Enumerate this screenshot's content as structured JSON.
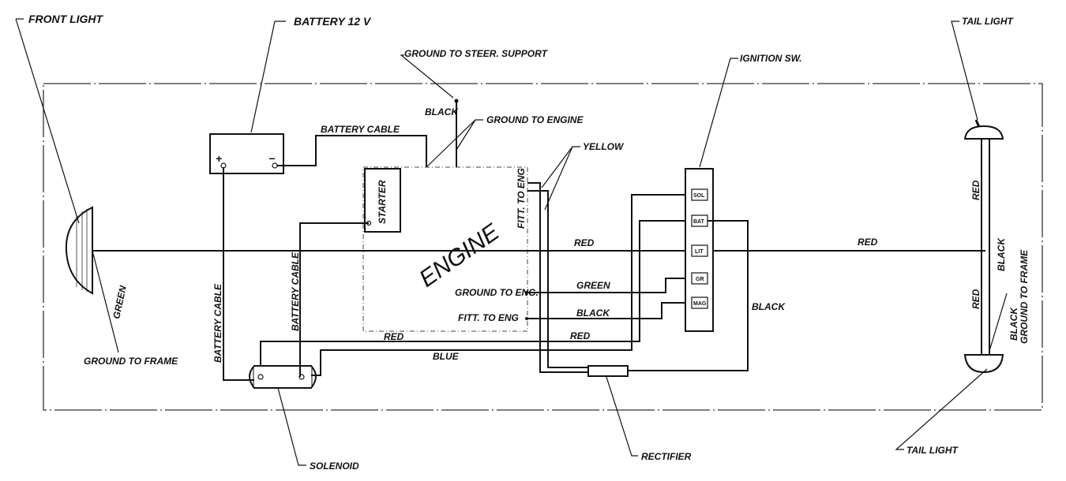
{
  "labels": {
    "front_light": "FRONT LIGHT",
    "battery": "BATTERY 12 V",
    "ground_steer": "GROUND TO STEER. SUPPORT",
    "ignition_sw": "IGNITION SW.",
    "tail_light_top": "TAIL LIGHT",
    "tail_light_bottom": "TAIL LIGHT",
    "black_top": "BLACK",
    "ground_engine": "GROUND TO ENGINE",
    "yellow": "YELLOW",
    "battery_cable_top": "BATTERY CABLE",
    "battery_cable_left": "BATTERY CABLE",
    "battery_cable_mid": "BATTERY CABLE",
    "starter": "STARTER",
    "engine": "ENGINE",
    "fitt_to_eng_vert": "FITT. TO ENG",
    "red_main": "RED",
    "red_right": "RED",
    "red_tail_top": "RED",
    "red_tail_bottom": "RED",
    "black_tail": "BLACK",
    "black_ground_frame_1": "BLACK",
    "black_ground_frame_2": "GROUND TO FRAME",
    "green_front": "GREEN",
    "ground_to_frame": "GROUND TO FRAME",
    "ground_to_eng": "GROUND TO ENG.",
    "green_mid": "GREEN",
    "fitt_to_eng": "FITT. TO ENG",
    "black_mid": "BLACK",
    "black_right": "BLACK",
    "red_lower_left": "RED",
    "red_lower_right": "RED",
    "blue": "BLUE",
    "solenoid": "SOLENOID",
    "rectifier": "RECTIFIER",
    "plus": "+",
    "minus": "−"
  },
  "ignition_terminals": [
    "SOL",
    "BAT",
    "LIT",
    "GR",
    "MAG"
  ]
}
